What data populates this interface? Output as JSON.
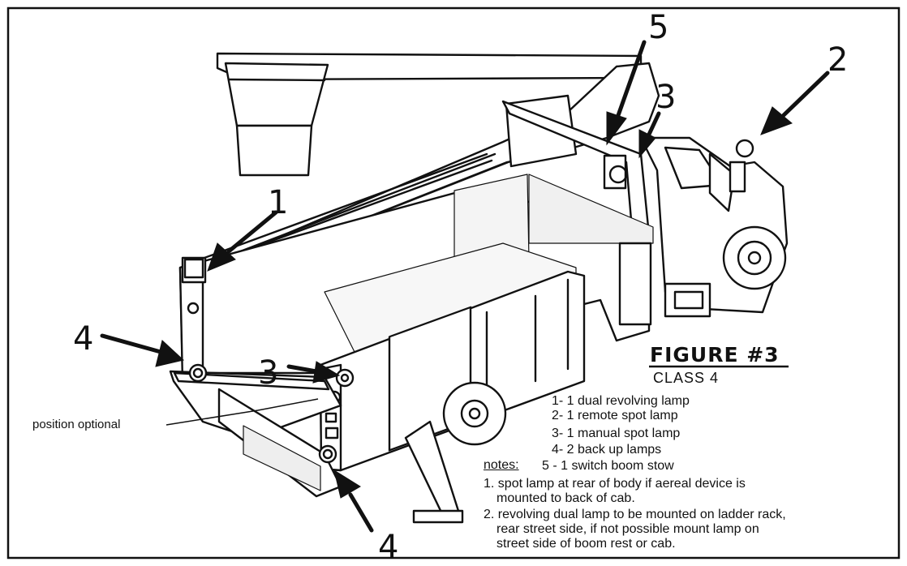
{
  "figure": {
    "title": "FIGURE #3",
    "subtitle": "CLASS 4"
  },
  "callouts": {
    "c1": "1",
    "c2": "2",
    "c3_top": "3",
    "c3_side": "3",
    "c4_left": "4",
    "c4_bottom": "4",
    "c5": "5"
  },
  "legend": [
    "1- 1 dual revolving lamp",
    "2- 1 remote spot lamp",
    "3- 1 manual spot lamp",
    "4- 2 back up lamps",
    "5 - 1 switch boom stow"
  ],
  "notes": {
    "label": "notes:",
    "lines": [
      "1. spot lamp at rear of body if aereal device is",
      "mounted to back of cab.",
      "2. revolving dual lamp to be mounted on ladder rack,",
      "rear street side, if not possible mount lamp on",
      "street side of boom rest or cab."
    ]
  },
  "annotation": "position optional"
}
